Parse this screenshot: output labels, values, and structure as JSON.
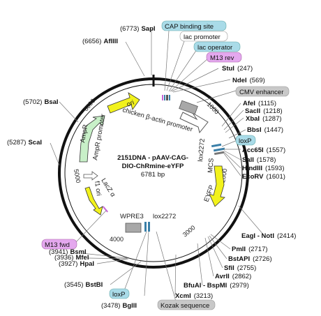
{
  "title": {
    "line1": "2151DNA - pAAV-CAG-",
    "line2": "DIO-ChRmine-eYFP",
    "length": "6781 bp"
  },
  "ticks": [
    "1000",
    "2000",
    "3000",
    "4000",
    "5000",
    "6000"
  ],
  "features": {
    "ori": "ori",
    "chicken": "chicken β-actin promoter",
    "lox2272_top": "lox2272",
    "mcs": "MCS",
    "eyfp": "EYFP",
    "lox2272_bottom": "lox2272",
    "wpre3": "WPRE3",
    "lacz": "LacZ α",
    "f1ori": "f1 ori",
    "amppromoter": "AmpR promoter",
    "ampr": "AmpR"
  },
  "sites": [
    {
      "pos": "(6773)",
      "name": "SapI"
    },
    {
      "pos": "(6656)",
      "name": "AflIII"
    },
    {
      "pos": "(247)",
      "name": "StuI"
    },
    {
      "pos": "(569)",
      "name": "NdeI"
    },
    {
      "pos": "(1115)",
      "name": "AfeI"
    },
    {
      "pos": "(1218)",
      "name": "SacII"
    },
    {
      "pos": "(1287)",
      "name": "XbaI"
    },
    {
      "pos": "(1447)",
      "name": "BbsI"
    },
    {
      "pos": "(1557)",
      "name": "Acc65I"
    },
    {
      "pos": "(1578)",
      "name": "SalI"
    },
    {
      "pos": "(1593)",
      "name": "HindIII"
    },
    {
      "pos": "(1601)",
      "name": "EcoRV"
    },
    {
      "pos": "(2414)",
      "name": "EagI - NotI"
    },
    {
      "pos": "(2717)",
      "name": "PmlI"
    },
    {
      "pos": "(2726)",
      "name": "BstAPI"
    },
    {
      "pos": "(2755)",
      "name": "SfiI"
    },
    {
      "pos": "(2862)",
      "name": "AvrII"
    },
    {
      "pos": "(2979)",
      "name": "BfuAI - BspMI"
    },
    {
      "pos": "(3213)",
      "name": "XcmI"
    },
    {
      "pos": "(3478)",
      "name": "BglII"
    },
    {
      "pos": "(3545)",
      "name": "BstBI"
    },
    {
      "pos": "(3927)",
      "name": "HpaI"
    },
    {
      "pos": "(3936)",
      "name": "MfeI"
    },
    {
      "pos": "(3941)",
      "name": "BsmI"
    },
    {
      "pos": "(5287)",
      "name": "ScaI"
    },
    {
      "pos": "(5702)",
      "name": "BsaI"
    }
  ],
  "boxes": {
    "cap": "CAP binding site",
    "lacprom": "lac promoter",
    "lacop": "lac operator",
    "m13rev": "M13 rev",
    "cmv": "CMV enhancer",
    "loxp_right": "loxP",
    "m13fwd": "M13 fwd",
    "loxp_bottom": "loxP",
    "kozak": "Kozak sequence"
  },
  "colors": {
    "yellow": "#f2f21c",
    "green": "#c8f0c8",
    "gray": "#a8a8a8",
    "blue_box": "#a9dbe8",
    "purple_box": "#e4a8ee",
    "gray_box": "#c8c8c8"
  }
}
